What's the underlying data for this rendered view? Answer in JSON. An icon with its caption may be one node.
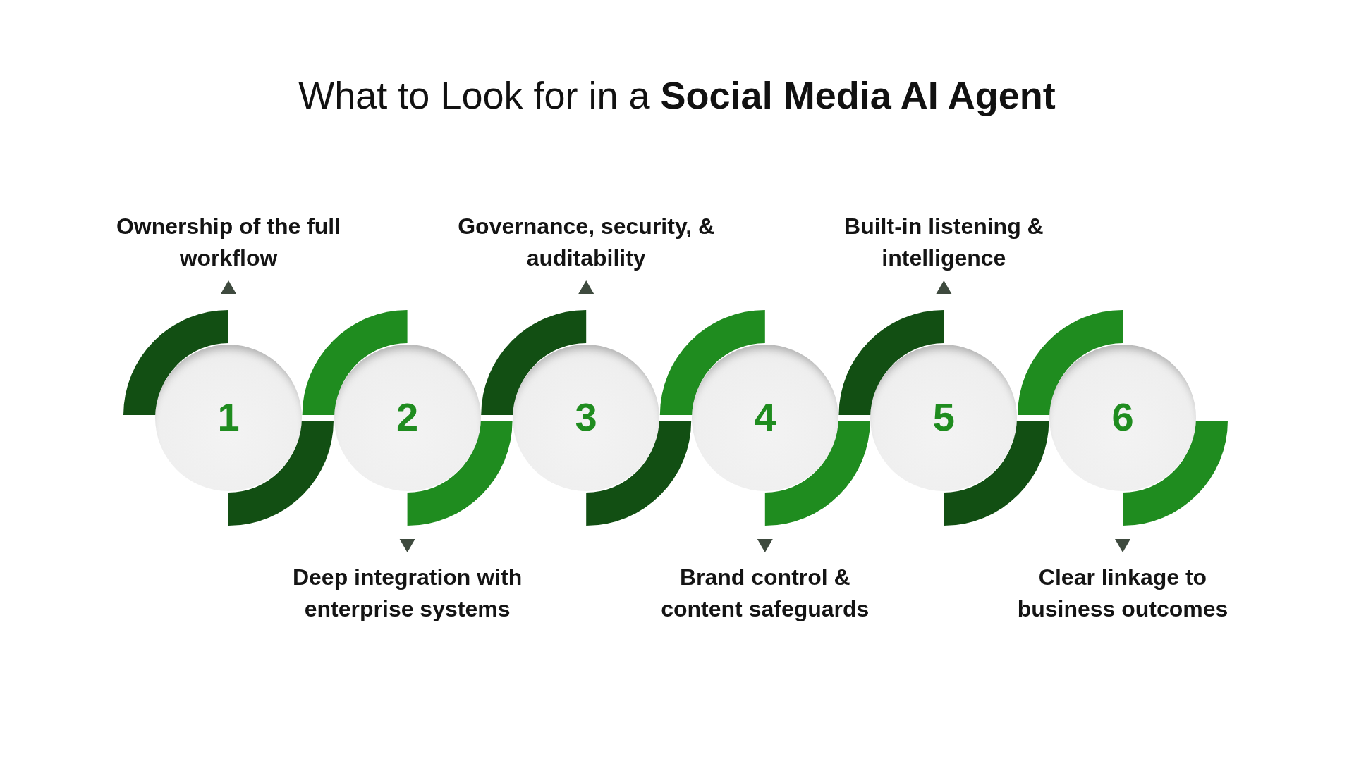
{
  "diagram": {
    "title": "What to Look for in a **Social Media AI Agent**",
    "nodes": [
      {
        "text": [
          "1"
        ],
        "beside": [
          "Ownership of the full workflow"
        ]
      },
      {
        "text": [
          "2"
        ],
        "beside": [
          "Deep integration with enterprise systems"
        ]
      },
      {
        "text": [
          "3"
        ],
        "beside": [
          "Governance, security, & auditability"
        ]
      },
      {
        "text": [
          "4"
        ],
        "beside": [
          "Brand control & content safeguards"
        ]
      },
      {
        "text": [
          "5"
        ],
        "beside": [
          "Built-in listening & intelligence"
        ]
      },
      {
        "text": [
          "6"
        ],
        "beside": [
          "Clear linkage to business outcomes"
        ]
      }
    ]
  }
}
